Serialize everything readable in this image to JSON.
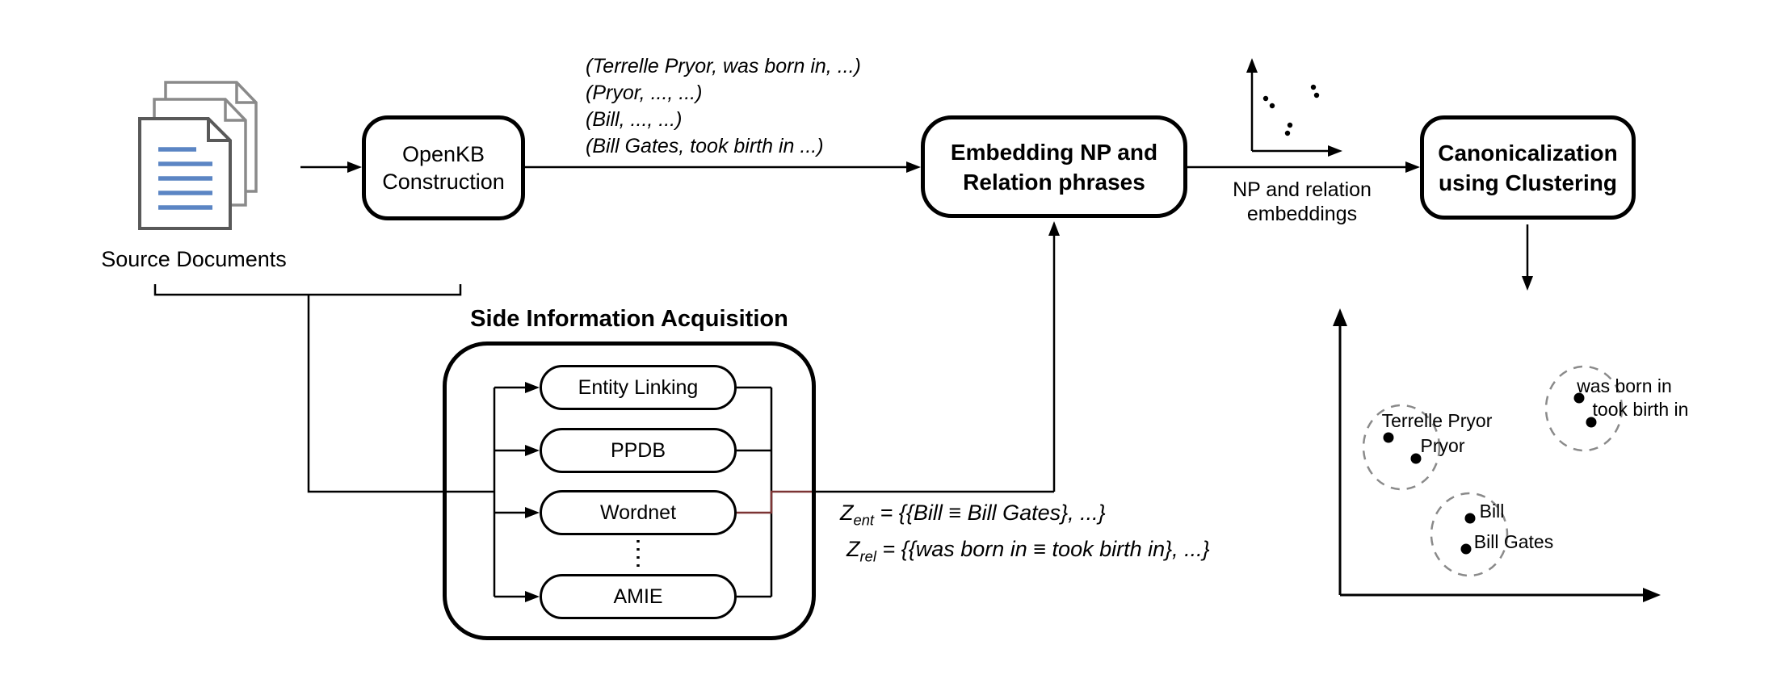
{
  "source_documents": {
    "label": "Source Documents"
  },
  "openkb": {
    "line1": "OpenKB",
    "line2": "Construction"
  },
  "tuples": [
    "(Terrelle Pryor, was born in, ...)",
    "(Pryor, ..., ...)",
    "(Bill, ..., ...)",
    "(Bill Gates, took birth in ...)"
  ],
  "embedding": {
    "line1": "Embedding NP and",
    "line2": "Relation phrases"
  },
  "flow_label": {
    "line1": "NP and relation",
    "line2": "embeddings"
  },
  "canonicalization": {
    "line1": "Canonicalization",
    "line2": "using Clustering"
  },
  "side_info": {
    "title": "Side Information Acquisition",
    "tools": [
      "Entity Linking",
      "PPDB",
      "Wordnet",
      "AMIE"
    ]
  },
  "equations": {
    "ent": {
      "var": "Z",
      "sub": "ent",
      "rhs": " = {{Bill ≡ Bill Gates}, ...}"
    },
    "rel": {
      "var": "Z",
      "sub": "rel",
      "rhs": " = {{was born in ≡ took birth in}, ...}"
    }
  },
  "clusters": [
    {
      "name": "entity-cluster-pryor",
      "labels": [
        "Terrelle Pryor",
        "Pryor"
      ]
    },
    {
      "name": "entity-cluster-bill",
      "labels": [
        "Bill",
        "Bill Gates"
      ]
    },
    {
      "name": "relation-cluster-born",
      "labels": [
        "was born in",
        "took birth in"
      ]
    }
  ],
  "colors": {
    "line_black": "#000000",
    "accent_red": "#7c3434",
    "doc_border_dark": "#595959",
    "doc_border_light": "#8a8a8a",
    "doc_text_blue": "#5b85c4",
    "cluster_dash_gray": "#8a8a8a"
  }
}
